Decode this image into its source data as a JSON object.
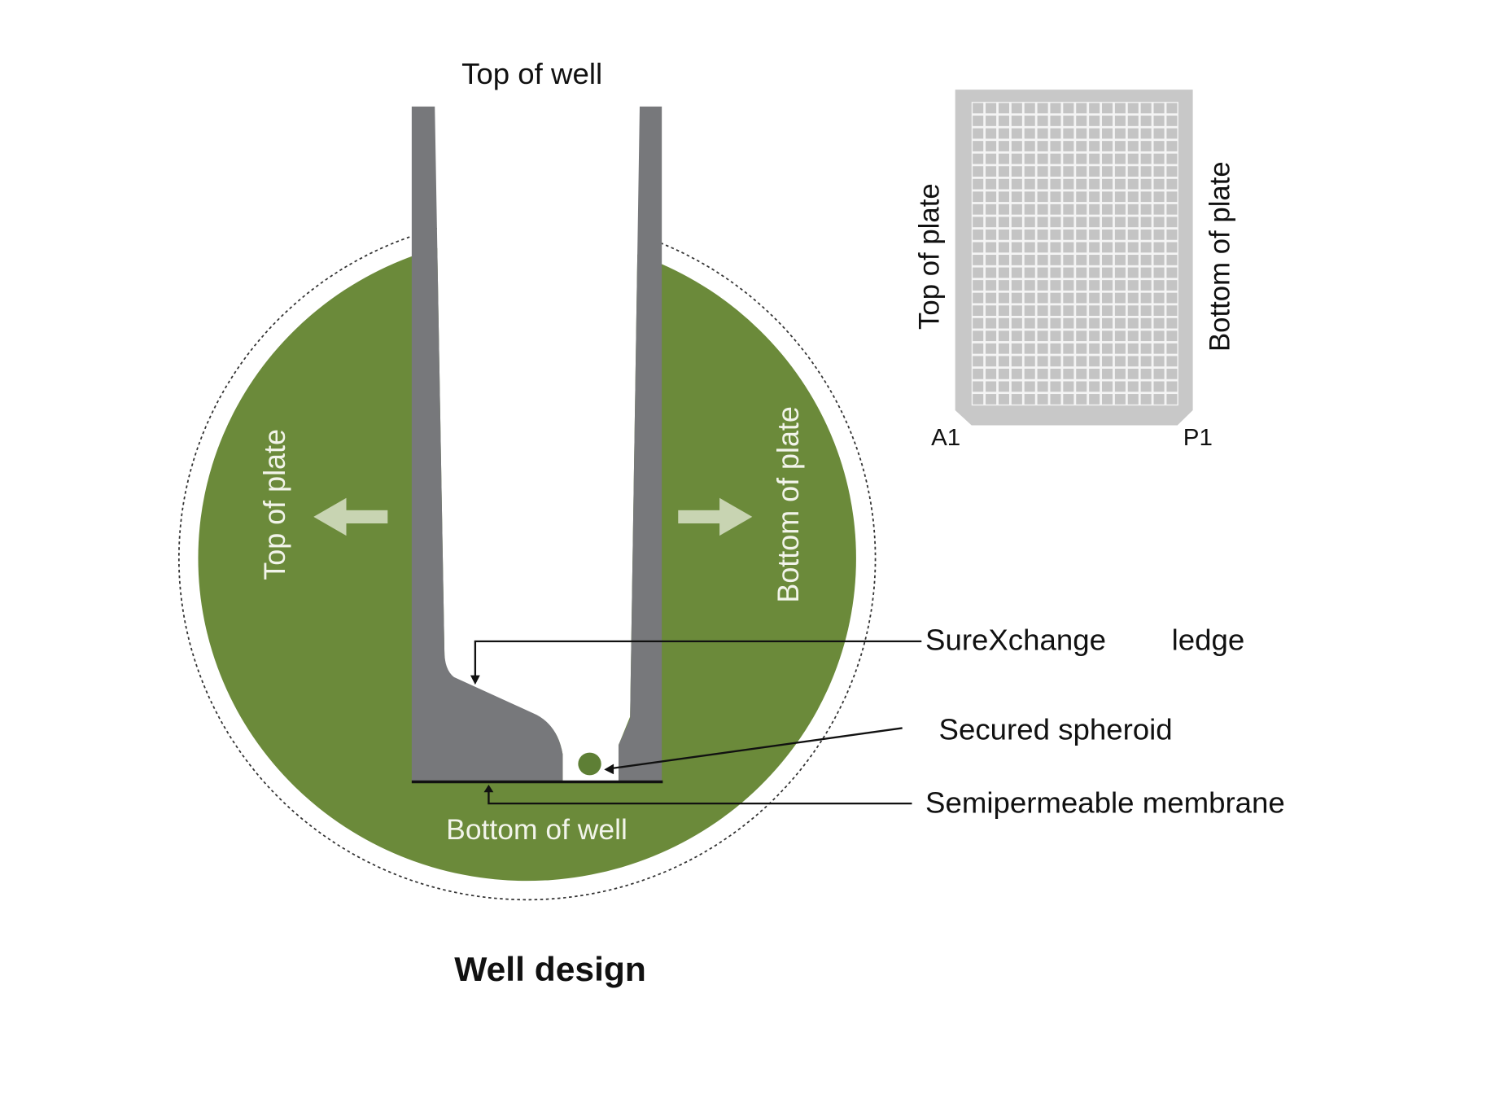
{
  "well": {
    "top_label": "Top of well",
    "bottom_label": "Bottom of well",
    "left_direction": "Top of plate",
    "right_direction": "Bottom of plate",
    "title": "Well design"
  },
  "callouts": {
    "ledge_a": "SureXchange",
    "ledge_b": "ledge",
    "spheroid": "Secured spheroid",
    "membrane": "Semipermeable membrane"
  },
  "plate": {
    "left_label": "Top of plate",
    "right_label": "Bottom of plate",
    "corner_left": "A1",
    "corner_right": "P1",
    "rows": 24,
    "cols": 16
  },
  "colors": {
    "green": "#6b8a3a",
    "wall": "#77787b",
    "plate": "#c8c8c8"
  }
}
